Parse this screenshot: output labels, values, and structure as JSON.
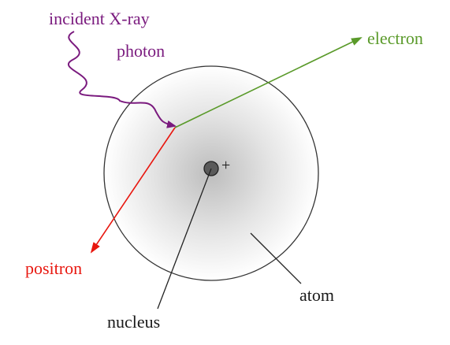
{
  "labels": {
    "incident_line1": "incident X-ray",
    "incident_line2": "photon",
    "electron": "electron",
    "positron": "positron",
    "atom": "atom",
    "nucleus": "nucleus",
    "charge": "+"
  },
  "colors": {
    "photon": "#7a1a7e",
    "electron": "#5a9a2a",
    "positron": "#e8170f",
    "outline": "#333333",
    "text": "#1a1a1a"
  }
}
